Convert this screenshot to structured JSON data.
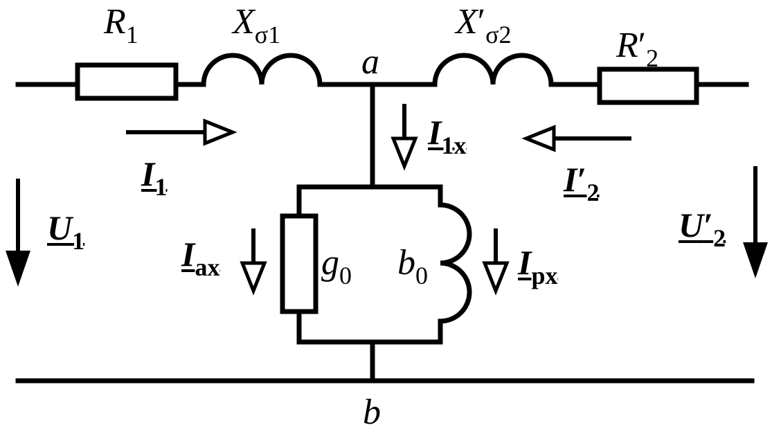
{
  "components": {
    "r1": {
      "sym": "R",
      "sub": "1"
    },
    "xs1": {
      "sym": "X",
      "sub": "σ1"
    },
    "xs2": {
      "sym": "X",
      "prime": "′",
      "sub": "σ2"
    },
    "r2": {
      "sym": "R",
      "prime": "′",
      "sub": "2"
    },
    "g0": {
      "sym": "g",
      "sub": "0"
    },
    "b0": {
      "sym": "b",
      "sub": "0"
    }
  },
  "nodes": {
    "a": "a",
    "b": "b"
  },
  "currents": {
    "i1": {
      "sym": "I",
      "sub": "1"
    },
    "i1x": {
      "sym": "I",
      "sub": "1x"
    },
    "i2": {
      "sym": "I",
      "prime": "′",
      "sub": "2"
    },
    "iax": {
      "sym": "I",
      "sub": "ax"
    },
    "ipx": {
      "sym": "I",
      "sub": "px"
    }
  },
  "voltages": {
    "u1": {
      "sym": "U",
      "sub": "1"
    },
    "u2": {
      "sym": "U",
      "prime": "′",
      "sub": "2"
    }
  }
}
